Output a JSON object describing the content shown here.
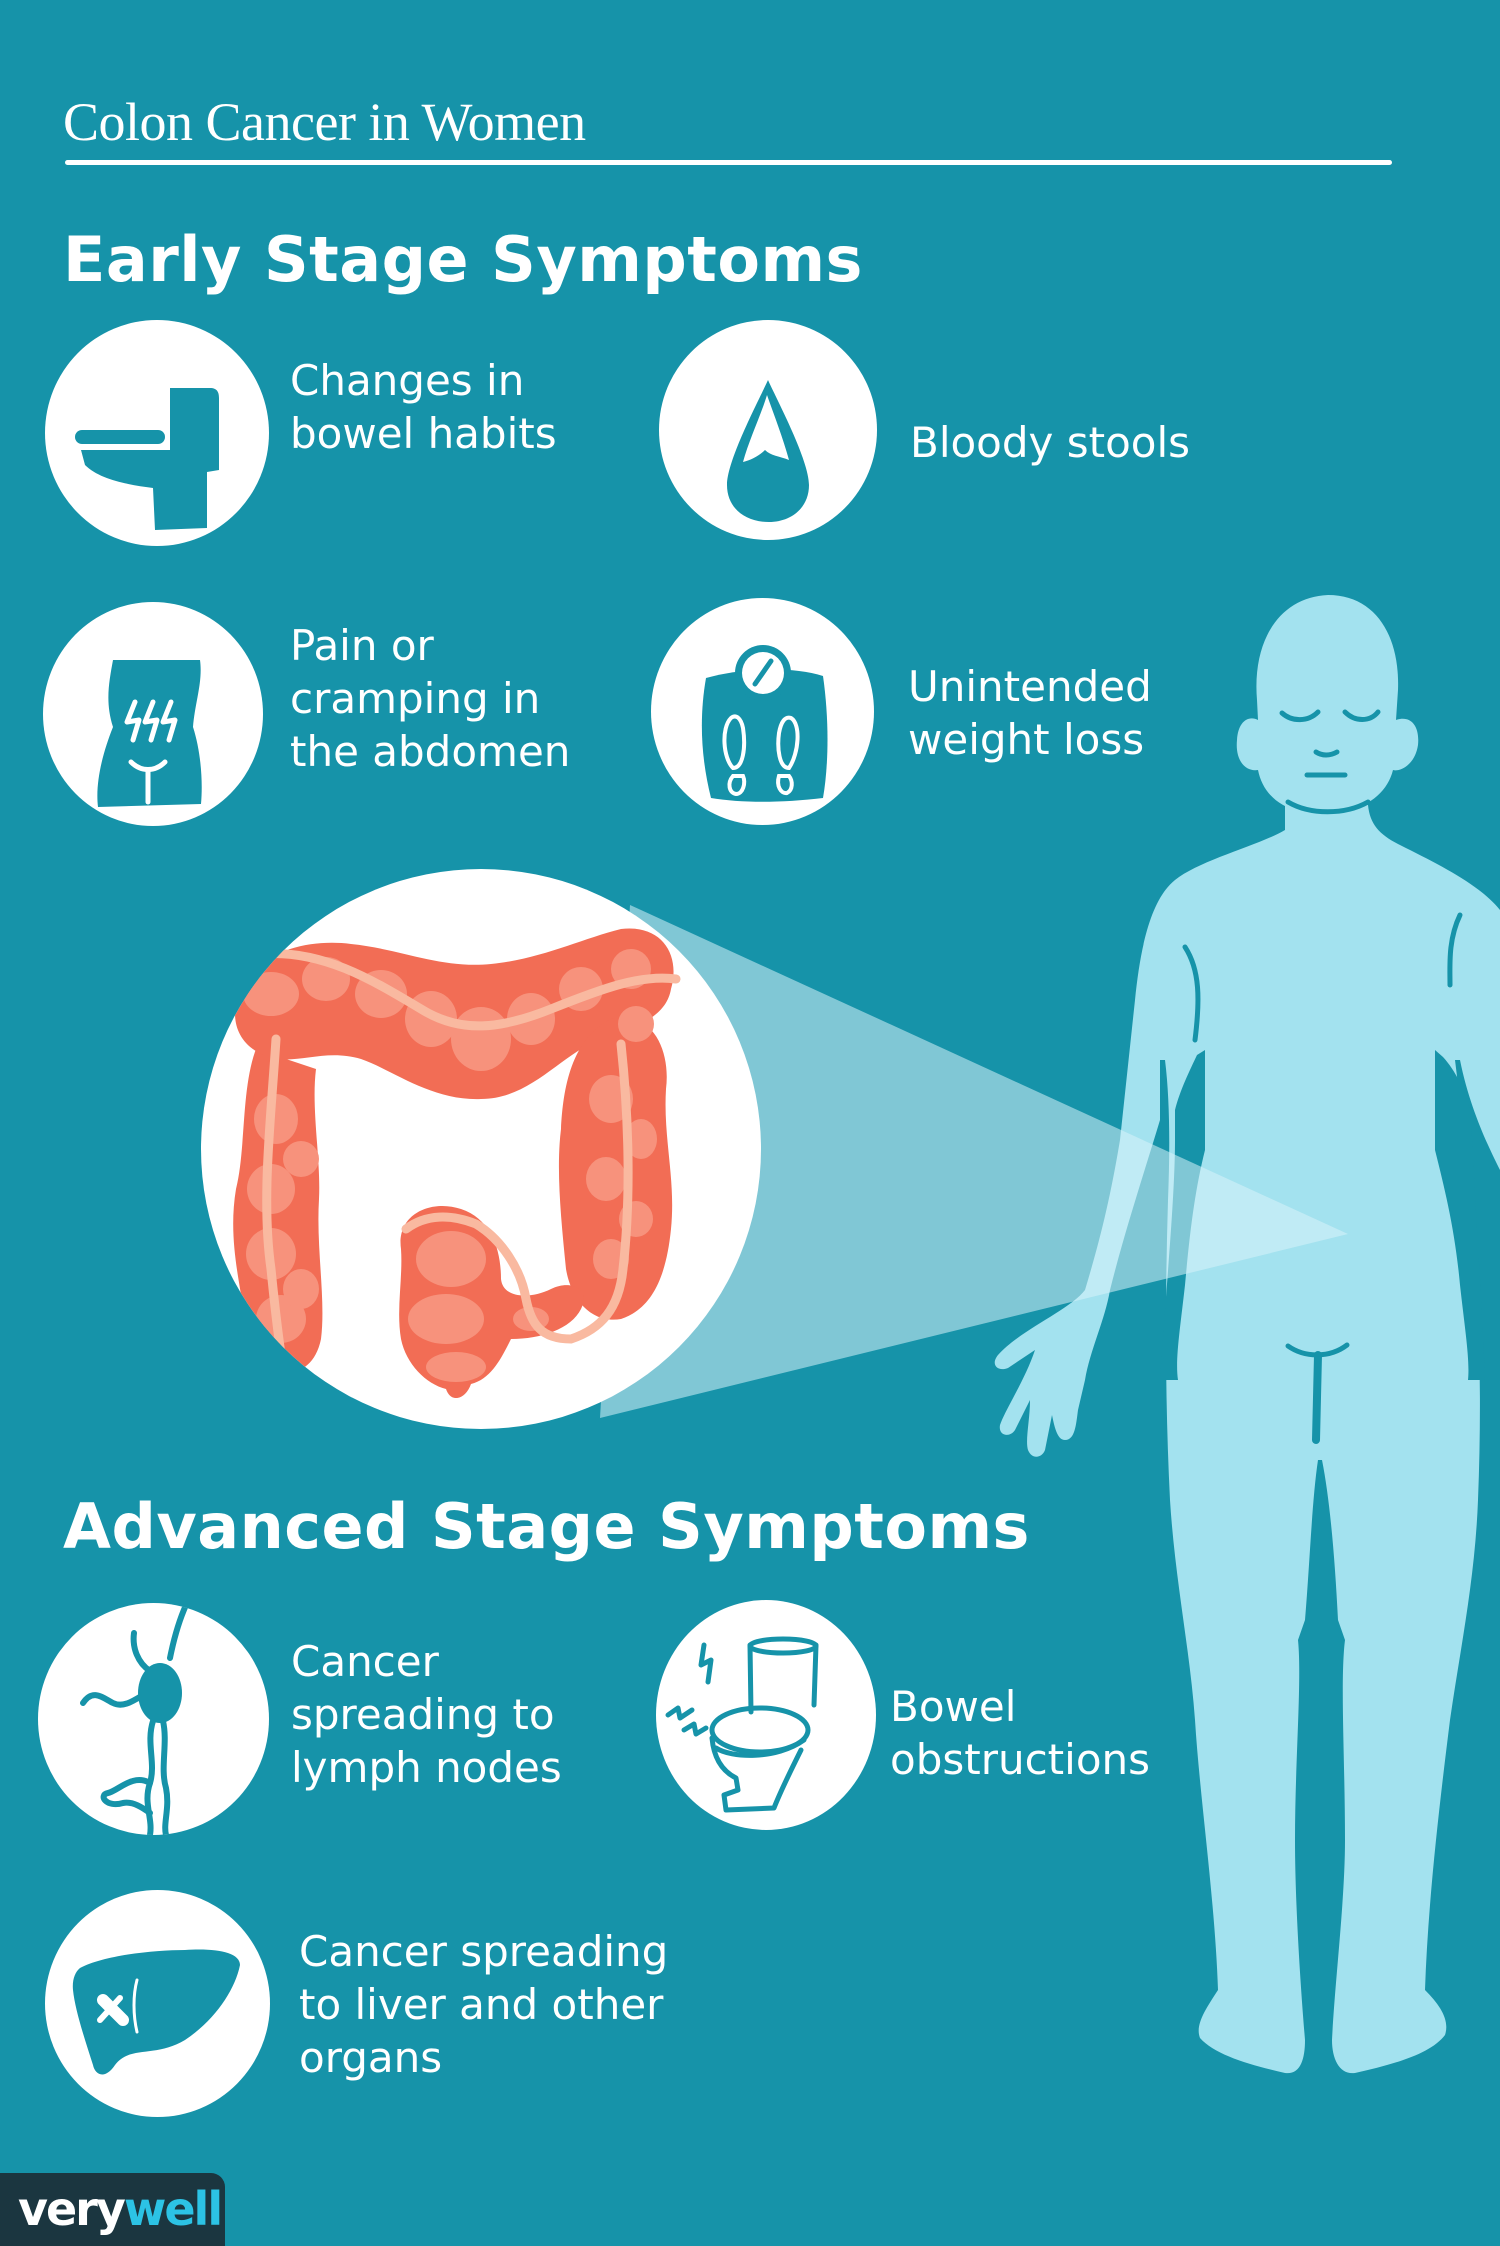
{
  "header": {
    "title": "Colon Cancer in Women"
  },
  "early_stage": {
    "heading": "Early Stage Symptoms",
    "items": [
      {
        "icon": "toilet-icon",
        "lines": [
          "Changes in",
          "bowel habits"
        ]
      },
      {
        "icon": "blood-drop-icon",
        "lines": [
          "Bloody stools"
        ]
      },
      {
        "icon": "abdomen-pain-icon",
        "lines": [
          "Pain or",
          "cramping in",
          "the abdomen"
        ]
      },
      {
        "icon": "weight-scale-icon",
        "lines": [
          "Unintended",
          "weight loss"
        ]
      }
    ]
  },
  "illustration": {
    "colon": "colon-illustration",
    "body": "female-body-silhouette"
  },
  "advanced_stage": {
    "heading": "Advanced Stage Symptoms",
    "items": [
      {
        "icon": "lymph-node-icon",
        "lines": [
          "Cancer",
          "spreading to",
          "lymph nodes"
        ]
      },
      {
        "icon": "toilet-obstruction-icon",
        "lines": [
          "Bowel",
          "obstructions"
        ]
      },
      {
        "icon": "liver-icon",
        "lines": [
          "Cancer spreading",
          "to liver and other",
          "organs"
        ]
      }
    ]
  },
  "brand": {
    "part1": "very",
    "part2": "well"
  },
  "colors": {
    "background": "#1693a9",
    "body": "#a3e2ef",
    "colon": "#f26d55",
    "colon_light": "#f7927c",
    "logo_bg": "#1b3640",
    "logo_accent": "#2cc3e5"
  }
}
